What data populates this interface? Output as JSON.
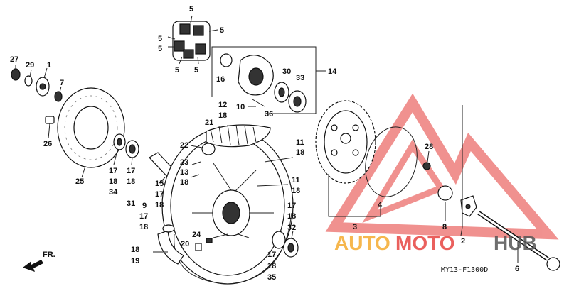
{
  "diagram": {
    "code": "MY13-F1300D",
    "direction_label": "FR.",
    "labels": [
      {
        "id": "l5a",
        "text": "5"
      },
      {
        "id": "l5b",
        "text": "5"
      },
      {
        "id": "l5c",
        "text": "5"
      },
      {
        "id": "l5d",
        "text": "5"
      },
      {
        "id": "l5e",
        "text": "5"
      },
      {
        "id": "l5f",
        "text": "5"
      },
      {
        "id": "l27",
        "text": "27"
      },
      {
        "id": "l29",
        "text": "29"
      },
      {
        "id": "l1",
        "text": "1"
      },
      {
        "id": "l7",
        "text": "7"
      },
      {
        "id": "l26",
        "text": "26"
      },
      {
        "id": "l25",
        "text": "25"
      },
      {
        "id": "l16",
        "text": "16"
      },
      {
        "id": "l30",
        "text": "30"
      },
      {
        "id": "l33",
        "text": "33"
      },
      {
        "id": "l14",
        "text": "14"
      },
      {
        "id": "l10",
        "text": "10"
      },
      {
        "id": "l36",
        "text": "36"
      },
      {
        "id": "l12",
        "text": "12"
      },
      {
        "id": "l18a",
        "text": "18"
      },
      {
        "id": "l21",
        "text": "21"
      },
      {
        "id": "l22",
        "text": "22"
      },
      {
        "id": "l23",
        "text": "23"
      },
      {
        "id": "l13",
        "text": "13"
      },
      {
        "id": "l18b",
        "text": "18"
      },
      {
        "id": "l11a",
        "text": "11"
      },
      {
        "id": "l18c",
        "text": "18"
      },
      {
        "id": "l11b",
        "text": "11"
      },
      {
        "id": "l18d",
        "text": "18"
      },
      {
        "id": "l17a",
        "text": "17"
      },
      {
        "id": "l18e",
        "text": "18"
      },
      {
        "id": "l34",
        "text": "34"
      },
      {
        "id": "l17b",
        "text": "17"
      },
      {
        "id": "l18f",
        "text": "18"
      },
      {
        "id": "l31",
        "text": "31"
      },
      {
        "id": "l15",
        "text": "15"
      },
      {
        "id": "l17c",
        "text": "17"
      },
      {
        "id": "l18g",
        "text": "18"
      },
      {
        "id": "l9",
        "text": "9"
      },
      {
        "id": "l17d",
        "text": "17"
      },
      {
        "id": "l18h",
        "text": "18"
      },
      {
        "id": "l24",
        "text": "24"
      },
      {
        "id": "l20",
        "text": "20"
      },
      {
        "id": "l18i",
        "text": "18"
      },
      {
        "id": "l19",
        "text": "19"
      },
      {
        "id": "l17e",
        "text": "17"
      },
      {
        "id": "l18j",
        "text": "18"
      },
      {
        "id": "l32",
        "text": "32"
      },
      {
        "id": "l17f",
        "text": "17"
      },
      {
        "id": "l18k",
        "text": "18"
      },
      {
        "id": "l35",
        "text": "35"
      },
      {
        "id": "l3",
        "text": "3"
      },
      {
        "id": "l4",
        "text": "4"
      },
      {
        "id": "l28",
        "text": "28"
      },
      {
        "id": "l8",
        "text": "8"
      },
      {
        "id": "l2",
        "text": "2"
      },
      {
        "id": "l6",
        "text": "6"
      }
    ]
  },
  "watermark": {
    "part1": "AUTO",
    "part2": "MOTO",
    "part3": "HUB",
    "color_red": "#e53935",
    "color_orange": "#f5a623",
    "color_gray": "#555555"
  }
}
